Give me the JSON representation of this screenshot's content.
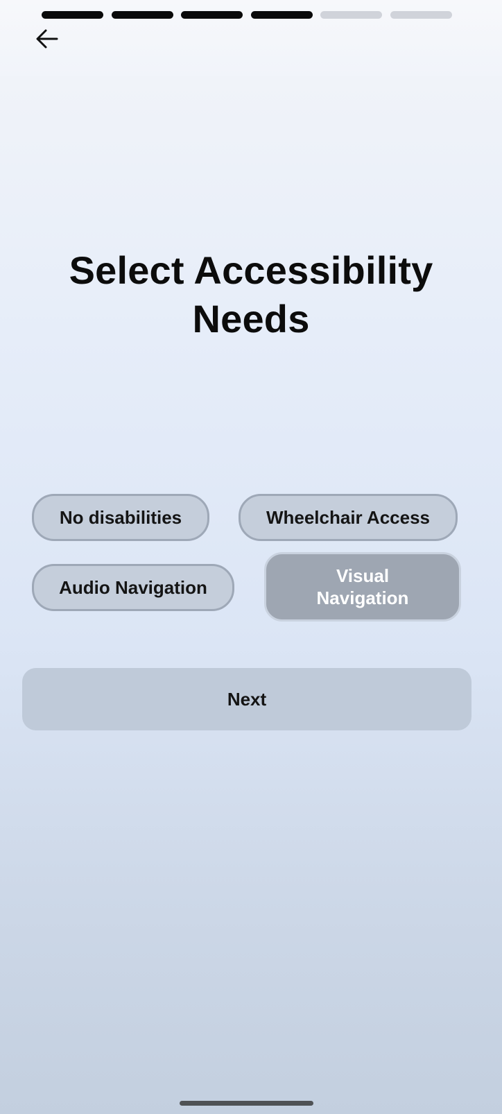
{
  "progress": {
    "total_steps": 6,
    "completed_steps": 4
  },
  "header": {
    "back_icon": "arrow-left-icon"
  },
  "page": {
    "title": "Select Accessibility Needs"
  },
  "options": [
    {
      "label": "No disabilities",
      "selected": false
    },
    {
      "label": "Wheelchair Access",
      "selected": false
    },
    {
      "label": "Audio Navigation",
      "selected": false
    },
    {
      "label": "Visual Navigation",
      "selected": true
    }
  ],
  "actions": {
    "next_label": "Next"
  },
  "colors": {
    "progress_done": "#0a0a0a",
    "progress_todo": "#d0d3da",
    "chip_bg": "#c5cedb",
    "chip_selected_bg": "#9ea6b2",
    "next_bg": "#bfcad9"
  }
}
